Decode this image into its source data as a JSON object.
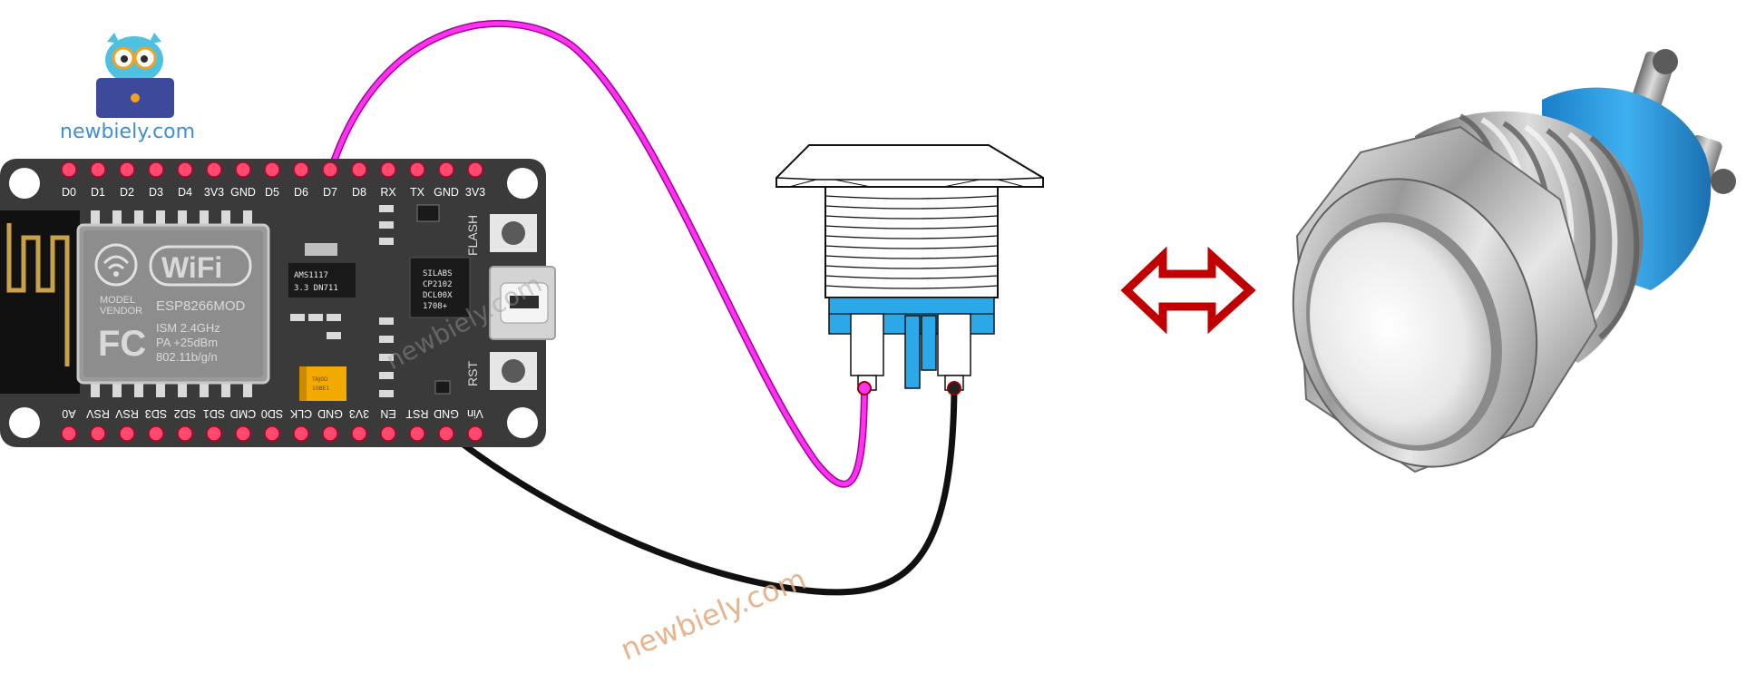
{
  "brand": {
    "text": "newbiely.com",
    "accent": "#3f8ed6"
  },
  "watermarks": {
    "main": "newbiely.com",
    "board": "newbiely.com"
  },
  "board": {
    "top_pins": [
      "D0",
      "D1",
      "D2",
      "D3",
      "D4",
      "3V3",
      "GND",
      "D5",
      "D6",
      "D7",
      "D8",
      "RX",
      "TX",
      "GND",
      "3V3"
    ],
    "bottom_pins": [
      "A0",
      "RSV",
      "RSV",
      "SD3",
      "SD2",
      "SD1",
      "CMD",
      "SD0",
      "CLK",
      "GND",
      "3V3",
      "EN",
      "RST",
      "GND",
      "Vin"
    ],
    "module": {
      "wifi": "WiFi",
      "model_label": "MODEL",
      "vendor_label": "VENDOR",
      "model": "ESP8266MOD",
      "fcc": "FC",
      "spec1": "ISM 2.4GHz",
      "spec2": "PA  +25dBm",
      "spec3": "802.11b/g/n"
    },
    "regulator": {
      "line1": "AMS1117",
      "line2": "3.3  DN711"
    },
    "usb_chip": {
      "line1": "SILABS",
      "line2": "CP2102",
      "line3": "DCL00X",
      "line4": "1708+"
    },
    "buttons": {
      "flash": "FLASH",
      "rst": "RST"
    },
    "capacitor": {
      "line1": "TAJ0D",
      "line2": "108E1"
    },
    "pin_color": "#ff4a6e",
    "board_color": "#3a3a3a"
  },
  "wires": {
    "d7_color": "#ff33ee",
    "gnd_color": "#111111"
  },
  "arrow": {
    "color": "#c00000"
  },
  "switch": {
    "insulator_color": "#2aa8e8"
  }
}
